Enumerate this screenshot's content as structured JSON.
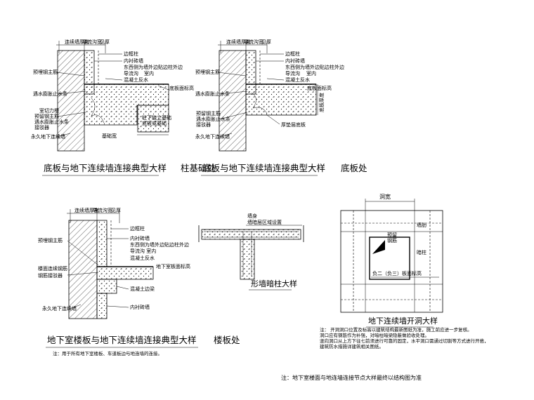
{
  "detail1": {
    "top_label_a": "连续墙厚度",
    "top_label_b": "导流沟宽",
    "top_label_c": "见厚",
    "labels_right": [
      "边框柱",
      "内衬砖墙",
      "东西侧为墙外边贴边柱外边",
      "导流沟",
      "室内",
      "混凝土反水"
    ],
    "label_floor": "底板面标高",
    "labels_left": [
      "预埋钢主筋",
      "遇水膨胀止水条"
    ],
    "labels_left_low": [
      "室切力槽",
      "预留钢主筋",
      "遇水膨胀止水条",
      "接驳器"
    ],
    "label_base": "永久地下连续墙",
    "labels_bottom": [
      "柱下独立基础",
      "底板或基础",
      "基础宽"
    ],
    "title": "底板与地下连续墙连接典型大样",
    "suffix": "柱基础处"
  },
  "detail2": {
    "top_label_a": "连续墙厚度",
    "top_label_b": "导流沟宽",
    "top_label_c": "见厚",
    "labels_right": [
      "边框柱",
      "内衬砖墙",
      "东西侧为墙外边贴边柱外边",
      "导流沟",
      "室内",
      "混凝土反水"
    ],
    "label_floor": "底板面标高",
    "labels_left": [
      "预埋钢主筋",
      "遇水膨胀止水条"
    ],
    "labels_left_low": [
      "预留钢主筋",
      "遇水膨胀止水条",
      "接驳器"
    ],
    "label_base": "永久地下连续墙",
    "label_slab": "厚垫层底板",
    "vertical_label": "底板厚度",
    "title": "底板与地下连续墙连接典型大样",
    "suffix": "底板处"
  },
  "detail3": {
    "top_label_a": "连续墙厚度",
    "top_label_b": "导流沟宽",
    "top_label_c": "见厚",
    "labels_right": [
      "边框柱",
      "内衬砖墙",
      "东西侧为墙外边贴边柱外边",
      "导流沟 室内",
      "混凝土反水",
      "地下室板面标高",
      "混凝土边梁",
      "内衬砖墙"
    ],
    "labels_left": [
      "预埋钢主筋",
      "楼面连续钢筋",
      "钢筋接驳器"
    ],
    "label_base": "永久地下连续墙",
    "title": "地下室楼板与地下连续墙连接典型大样",
    "suffix": "楼板处",
    "note": "注：用于所有地下室楼板、车道板边与地连墙的连接。"
  },
  "detail4": {
    "label_a": "墙身",
    "label_b": "墙暗层区域设置",
    "title": "形墙暗柱大样"
  },
  "detail5": {
    "top_label": "洞宽",
    "label_inner_a": "预留",
    "label_inner_b": "钢筋",
    "label_right_a": "墙肋",
    "label_right_b": "暗柱",
    "label_center": "负二（负三）板面标高",
    "title": "地下连续墙开洞大样",
    "note_lines": [
      "注： 开洞洞口位置及标高以建筑结构最新图纸为准，施工前应进一步复核。",
      "     洞口应有钢筋作为补强，对暗柱暗梁隐蔽做验收处理。",
      "     竖向洞口从上方下往七前须进行可靠的固定，水平洞口需通过切割等方式进行开凿，",
      "     建筑防水措施详建筑相关图纸。"
    ]
  },
  "footer_note": "注：地下室楼面与地连墙连接节点大样最终以结构图为准"
}
